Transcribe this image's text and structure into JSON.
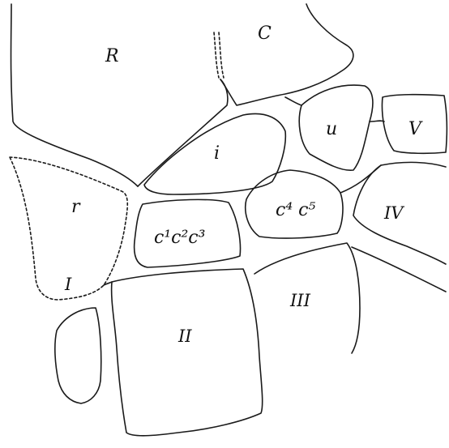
{
  "figure": {
    "labels": {
      "R": "R",
      "C": "C",
      "u": "u",
      "V": "V",
      "i": "i",
      "r": "r",
      "c123": "c¹c²c³",
      "c45": "c⁴ c⁵",
      "IV": "IV",
      "I": "I",
      "II": "II",
      "III": "III"
    }
  }
}
